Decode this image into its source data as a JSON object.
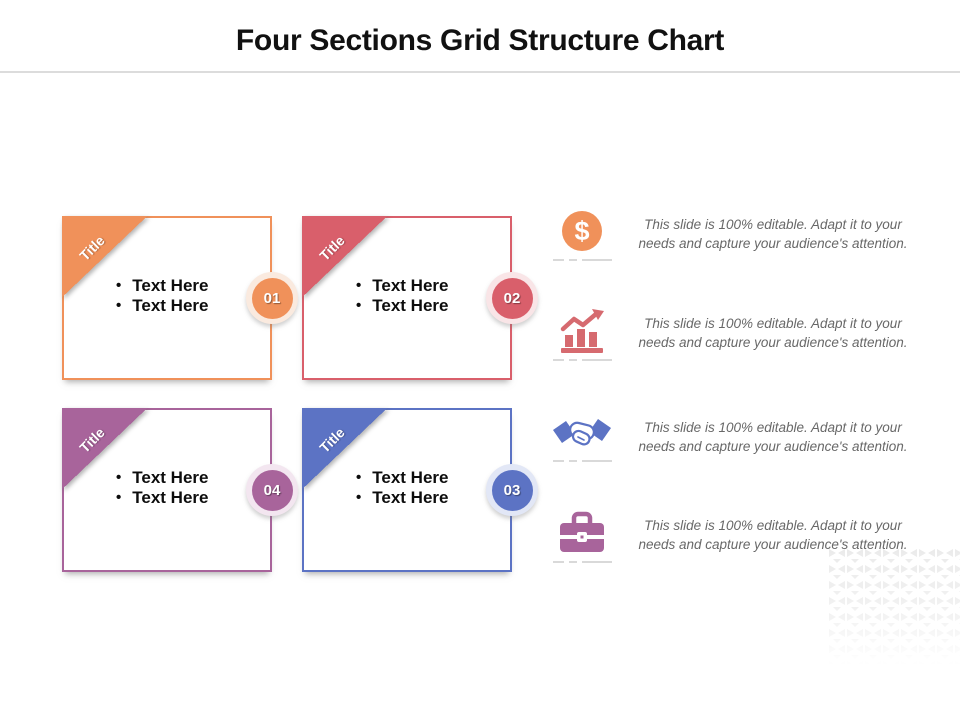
{
  "slide": {
    "title": "Four Sections Grid Structure Chart"
  },
  "cards": [
    {
      "number": "01",
      "ribbon_label": "Title",
      "bullets": [
        "Text Here",
        "Text Here"
      ],
      "color": "#F0915A",
      "ring_color": "#FAEADF"
    },
    {
      "number": "02",
      "ribbon_label": "Title",
      "bullets": [
        "Text Here",
        "Text Here"
      ],
      "color": "#D95F6B",
      "ring_color": "#F9E5E7"
    },
    {
      "number": "04",
      "ribbon_label": "Title",
      "bullets": [
        "Text Here",
        "Text Here"
      ],
      "color": "#A8649B",
      "ring_color": "#F3E6F0"
    },
    {
      "number": "03",
      "ribbon_label": "Title",
      "bullets": [
        "Text Here",
        "Text Here"
      ],
      "color": "#5C73C4",
      "ring_color": "#E2E7F6"
    }
  ],
  "features": [
    {
      "icon": "dollar-coin-icon",
      "color": "#F0915A",
      "text": "This slide is 100% editable. Adapt it to your needs and capture your audience's attention."
    },
    {
      "icon": "bar-chart-icon",
      "color": "#D66A6F",
      "text": "This slide is 100% editable. Adapt it to your needs and capture your audience's attention."
    },
    {
      "icon": "handshake-icon",
      "color": "#5C73C4",
      "text": "This slide is 100% editable. Adapt it to your needs and capture your audience's attention."
    },
    {
      "icon": "briefcase-icon",
      "color": "#A8649B",
      "text": "This slide is 100% editable. Adapt it to your needs and capture your audience's attention."
    }
  ]
}
